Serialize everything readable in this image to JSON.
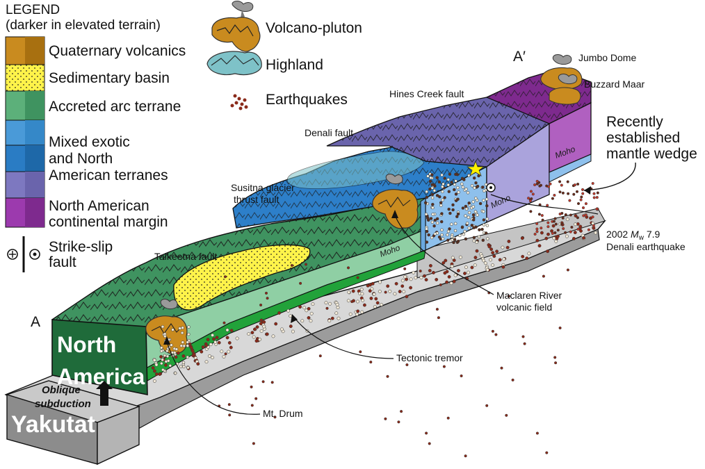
{
  "legend": {
    "title_line1": "LEGEND",
    "title_line2": "(darker in elevated terrain)",
    "items": [
      {
        "label": "Quaternary volcanics",
        "color": "#b8860b"
      },
      {
        "label": "Sedimentary basin",
        "color": "#fff200"
      },
      {
        "label": "Accreted arc terrane",
        "color": "#3fa36b"
      },
      {
        "label_lines": [
          "Mixed exotic",
          "and North",
          "American terranes"
        ],
        "color": "#3a8fd6"
      },
      {
        "label_lines": [
          "North American",
          "continental margin"
        ],
        "color": "#8a3a9c"
      }
    ],
    "strike_slip_lines": [
      "Strike-slip",
      "fault"
    ],
    "volcano_pluton": "Volcano-pluton",
    "highland": "Highland",
    "earthquakes": "Earthquakes"
  },
  "labels": {
    "a": "A",
    "a_prime": "A′",
    "jumbo_dome": "Jumbo Dome",
    "buzzard_maar": "Buzzard Maar",
    "hines_creek": "Hines Creek fault",
    "denali_fault": "Denali fault",
    "susitna_1": "Susitna glacier",
    "susitna_2": "thrust fault",
    "talkeetna": "Talkeetna fault",
    "mantle_1": "Recently",
    "mantle_2": "established",
    "mantle_3": "mantle wedge",
    "quake_prefix": "2002 ",
    "quake_m": "M",
    "quake_w": "w",
    "quake_mag": " 7.9",
    "quake_line2": "Denali earthquake",
    "maclaren_1": "Maclaren River",
    "maclaren_2": "volcanic field",
    "tremor": "Tectonic tremor",
    "mt_drum": "Mt. Drum",
    "north": "North",
    "america": "America",
    "oblique": "Oblique",
    "subduction": "subduction",
    "yakutat": "Yakutat",
    "moho": "Moho"
  },
  "colors": {
    "green_dark": "#2f8a4f",
    "green_light": "#7cc496",
    "blue_dark": "#2d7fc9",
    "blue_light": "#7fb8e8",
    "lavender": "#8e86c8",
    "lavender_light": "#b0a9dd",
    "purple": "#7a2a8a",
    "purple_light": "#b060c0",
    "slab": "#d9d9d9",
    "slab_side": "#9a9a9a",
    "volcanic": "#c98b1f",
    "sediment": "#fff34a",
    "na_face": "#1f6b3a",
    "yakutat_face": "#8a8a8a"
  }
}
